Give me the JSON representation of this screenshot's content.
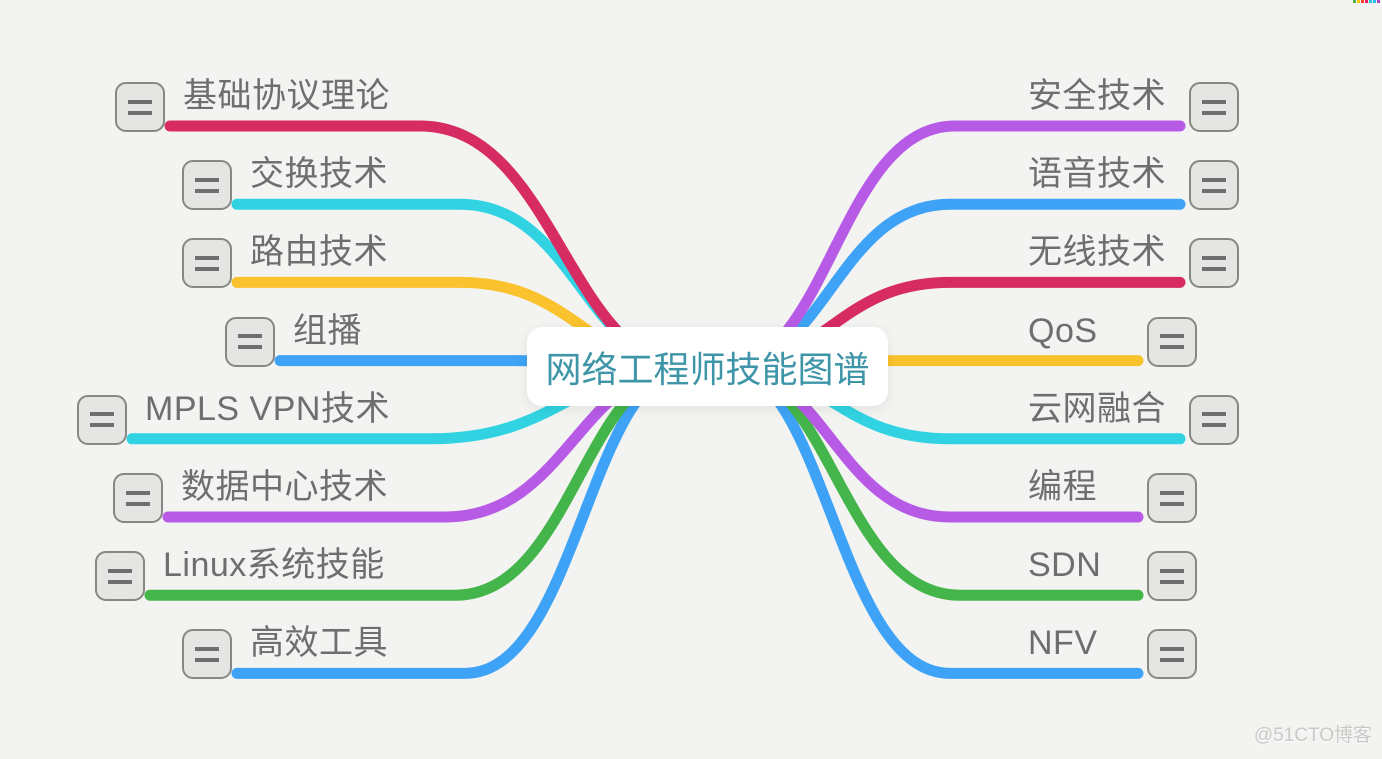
{
  "title": {
    "text": "网络工程师技能图谱"
  },
  "watermark": "@51CTO博客",
  "branches": {
    "left": [
      {
        "label": "基础协议理论",
        "color": "#D62B63"
      },
      {
        "label": "交换技术",
        "color": "#31D3E2"
      },
      {
        "label": "路由技术",
        "color": "#FAC22C"
      },
      {
        "label": "组播",
        "color": "#3EA3F6"
      },
      {
        "label": "MPLS VPN技术",
        "color": "#31D3E2"
      },
      {
        "label": "数据中心技术",
        "color": "#B75BE6"
      },
      {
        "label": "Linux系统技能",
        "color": "#43B54A"
      },
      {
        "label": "高效工具",
        "color": "#3EA3F6"
      }
    ],
    "right": [
      {
        "label": "安全技术",
        "color": "#B75BE6"
      },
      {
        "label": "语音技术",
        "color": "#3EA3F6"
      },
      {
        "label": "无线技术",
        "color": "#D62B63"
      },
      {
        "label": "QoS",
        "color": "#FAC22C"
      },
      {
        "label": "云网融合",
        "color": "#31D3E2"
      },
      {
        "label": "编程",
        "color": "#B75BE6"
      },
      {
        "label": "SDN",
        "color": "#43B54A"
      },
      {
        "label": "NFV",
        "color": "#3EA3F6"
      }
    ]
  },
  "colors": {
    "background": "#F3F4F1",
    "title_text": "#3E95A8",
    "label_text": "#6E6E6E",
    "button_fill": "#E5E5E3",
    "button_border": "#878785"
  },
  "palette_swatches": [
    "#4CAF50",
    "#FFC107",
    "#F44336",
    "#E91E63",
    "#26C6DA",
    "#29B6F6",
    "#AB47BC"
  ]
}
